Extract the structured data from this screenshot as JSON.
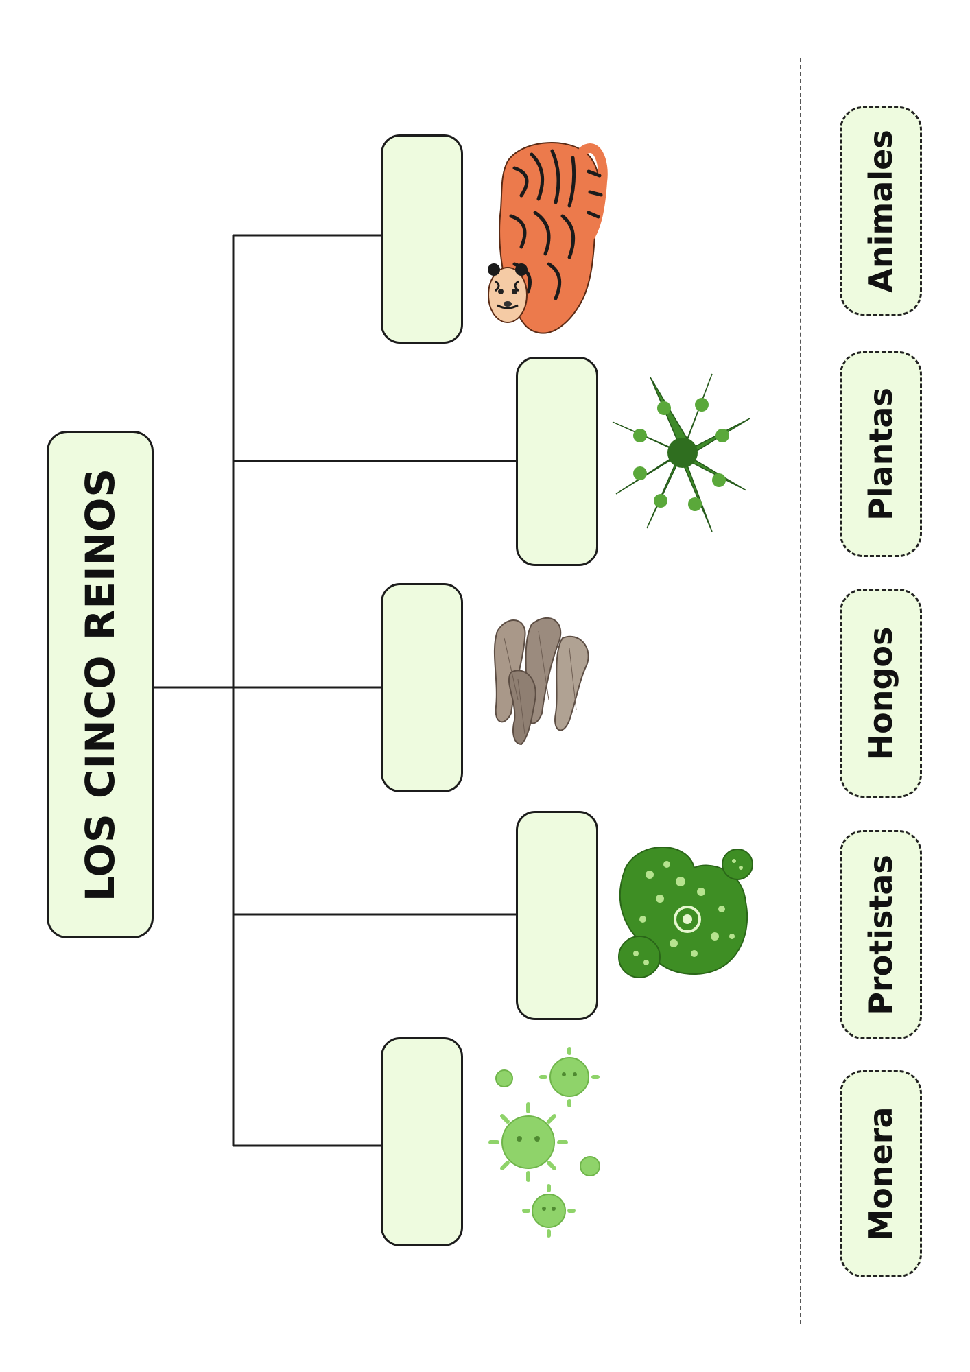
{
  "title": "LOS CINCO REINOS",
  "kingdom_tags": [
    {
      "label": "Animales"
    },
    {
      "label": "Plantas"
    },
    {
      "label": "Hongos"
    },
    {
      "label": "Protistas"
    },
    {
      "label": "Monera"
    }
  ],
  "pictures": [
    {
      "icon": "tiger-icon"
    },
    {
      "icon": "fern-icon"
    },
    {
      "icon": "mushroom-icon"
    },
    {
      "icon": "protist-cells-icon"
    },
    {
      "icon": "bacteria-virus-icon"
    }
  ],
  "colors": {
    "box_fill": "#eefbdf",
    "outline": "#1c1c1c",
    "tiger_orange": "#ec7a4c",
    "fern_green": "#3f8a2a",
    "mushroom_brown": "#9b8b7e",
    "protist_green": "#3e8e24",
    "virus_green": "#8fd36a"
  }
}
